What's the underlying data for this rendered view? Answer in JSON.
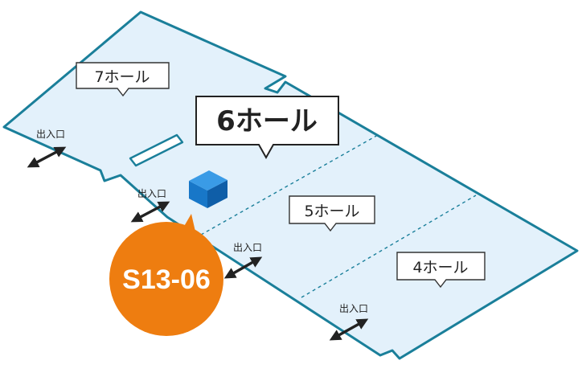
{
  "map": {
    "floor_color": "#e3f1fb",
    "outline_color": "#1a7f9a",
    "halls": [
      {
        "id": "hall-7",
        "label": "7ホール"
      },
      {
        "id": "hall-6",
        "label": "6ホール"
      },
      {
        "id": "hall-5",
        "label": "5ホール"
      },
      {
        "id": "hall-4",
        "label": "4ホール"
      }
    ],
    "entrances": [
      {
        "id": "entrance-1",
        "label": "出入口"
      },
      {
        "id": "entrance-2",
        "label": "出入口"
      },
      {
        "id": "entrance-3",
        "label": "出入口"
      },
      {
        "id": "entrance-4",
        "label": "出入口"
      }
    ],
    "booth": {
      "code": "S13-06",
      "marker_color": "#ee7d10",
      "cube_color": "#1877c8",
      "cube_icon": "blue-cube-booth-icon"
    }
  }
}
